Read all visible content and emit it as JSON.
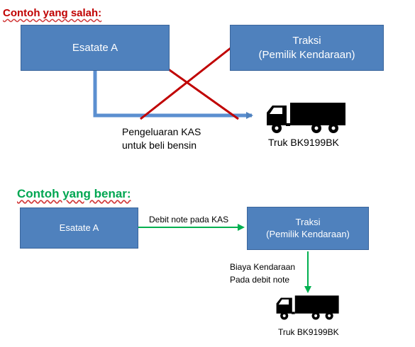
{
  "wrong_example": {
    "heading": "Contoh yang salah:",
    "source_box": {
      "lines": [
        "Esatate A"
      ]
    },
    "target_box": {
      "lines": [
        "Traksi",
        "(Pemilik Kendaraan)"
      ]
    },
    "flow_label": [
      "Pengeluaran KAS",
      "untuk beli bensin"
    ],
    "truck_label": "Truk BK9199BK",
    "colors": {
      "box_fill": "#4f81bd",
      "arrow": "#4f81bd",
      "cross": "#c00000"
    }
  },
  "right_example": {
    "heading": "Contoh yang benar:",
    "source_box": {
      "lines": [
        "Esatate A"
      ]
    },
    "target_box": {
      "lines": [
        "Traksi",
        "(Pemilik Kendaraan)"
      ]
    },
    "arrow_label": "Debit note pada KAS",
    "vertical_label": [
      "Biaya Kendaraan",
      "Pada debit note"
    ],
    "truck_label": "Truk BK9199BK",
    "colors": {
      "box_fill": "#4f81bd",
      "arrow": "#00b050"
    }
  }
}
